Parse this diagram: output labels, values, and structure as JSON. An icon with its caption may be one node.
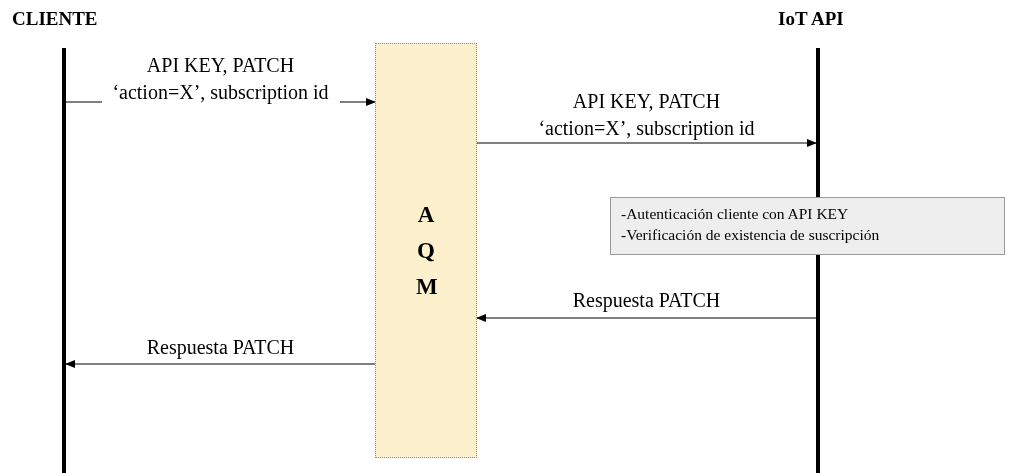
{
  "diagram": {
    "nodes": [
      {
        "text": [
          "CLIENTE"
        ]
      },
      {
        "text": [
          "A Q M"
        ]
      },
      {
        "text": [
          "IoT API"
        ]
      },
      {
        "text": [
          "-Autenticación cliente con API KEY",
          "-Verificación de existencia de suscripción"
        ]
      }
    ],
    "edges": [
      {
        "from": 0,
        "to": 1,
        "arrow": "to",
        "label": "API KEY, PATCH ‘action=X’, subscription id"
      },
      {
        "from": 1,
        "to": 2,
        "arrow": "to",
        "label": "API KEY, PATCH ‘action=X’, subscription id"
      },
      {
        "from": 2,
        "to": 1,
        "arrow": "to",
        "label": "Respuesta PATCH"
      },
      {
        "from": 1,
        "to": 0,
        "arrow": "to",
        "label": "Respuesta PATCH"
      }
    ]
  }
}
